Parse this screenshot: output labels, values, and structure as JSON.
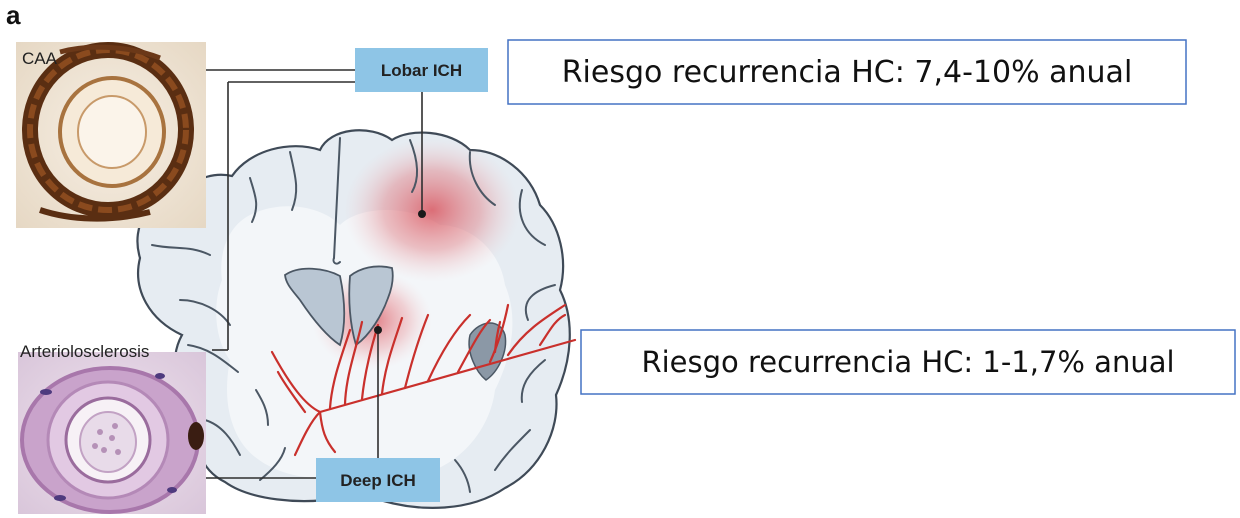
{
  "panel_label": "a",
  "micrographs": {
    "caa_label": "CAA",
    "arteriolosclerosis_label": "Arteriolosclerosis"
  },
  "ich_labels": {
    "lobar": "Lobar ICH",
    "deep": "Deep ICH"
  },
  "risk_boxes": {
    "lobar_risk": "Riesgo recurrencia HC: 7,4-10% anual",
    "deep_risk": "Riesgo recurrencia HC: 1-1,7% anual"
  },
  "colors": {
    "label_box": "#8ec5e6",
    "risk_box_border": "#4472c4",
    "hemorrhage": "#d8434d",
    "vessel": "#c9302c",
    "brain_fill": "#e6ecf2",
    "brain_outline": "#3f4a57"
  }
}
